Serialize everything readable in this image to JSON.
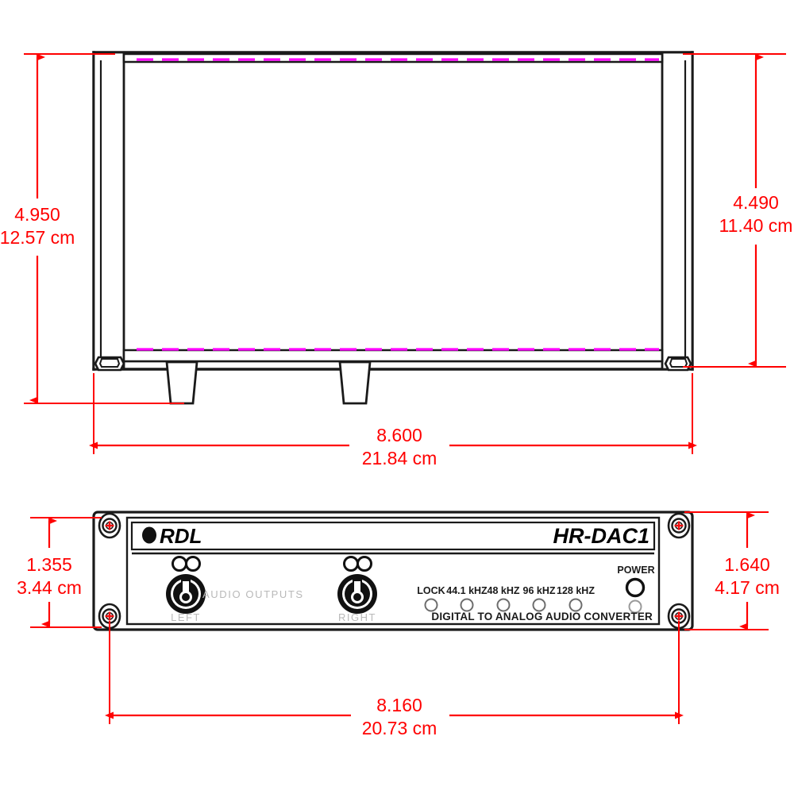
{
  "drawing": {
    "title": "RDL HR-DAC1 Digital to Analog Audio Converter dimensional drawing",
    "colors": {
      "dimension": "#ff0000",
      "hidden_edge": "#ff00ff",
      "outline": "#1a1a1a",
      "background": "#ffffff",
      "screw_cross": "#ee1111"
    }
  },
  "side_view": {
    "name": "side-elevation-view",
    "dimensions": {
      "left_height": {
        "inches": "4.950",
        "metric": "12.57 cm"
      },
      "right_height": {
        "inches": "4.490",
        "metric": "11.40 cm"
      },
      "width": {
        "inches": "8.600",
        "metric": "21.84 cm"
      }
    }
  },
  "front_view": {
    "name": "front-panel-view",
    "dimensions": {
      "left_height": {
        "inches": "1.355",
        "metric": "3.44 cm"
      },
      "right_height": {
        "inches": "1.640",
        "metric": "4.17 cm"
      },
      "width": {
        "inches": "8.160",
        "metric": "20.73 cm"
      }
    },
    "brand": "RDL",
    "model": "HR-DAC1",
    "tagline": "DIGITAL TO ANALOG AUDIO CONVERTER",
    "connector_group_label": "AUDIO  OUTPUTS",
    "connectors": [
      {
        "label": "LEFT",
        "icon": "xlr-connector-icon"
      },
      {
        "label": "RIGHT",
        "icon": "xlr-connector-icon"
      }
    ],
    "indicators": [
      {
        "label": "LOCK"
      },
      {
        "label": "44.1 kHZ"
      },
      {
        "label": "48 kHZ"
      },
      {
        "label": "96 kHZ"
      },
      {
        "label": "128 kHZ"
      }
    ],
    "power": {
      "label": "POWER",
      "has_button": true,
      "has_led": true
    },
    "rack_screws": 4
  }
}
